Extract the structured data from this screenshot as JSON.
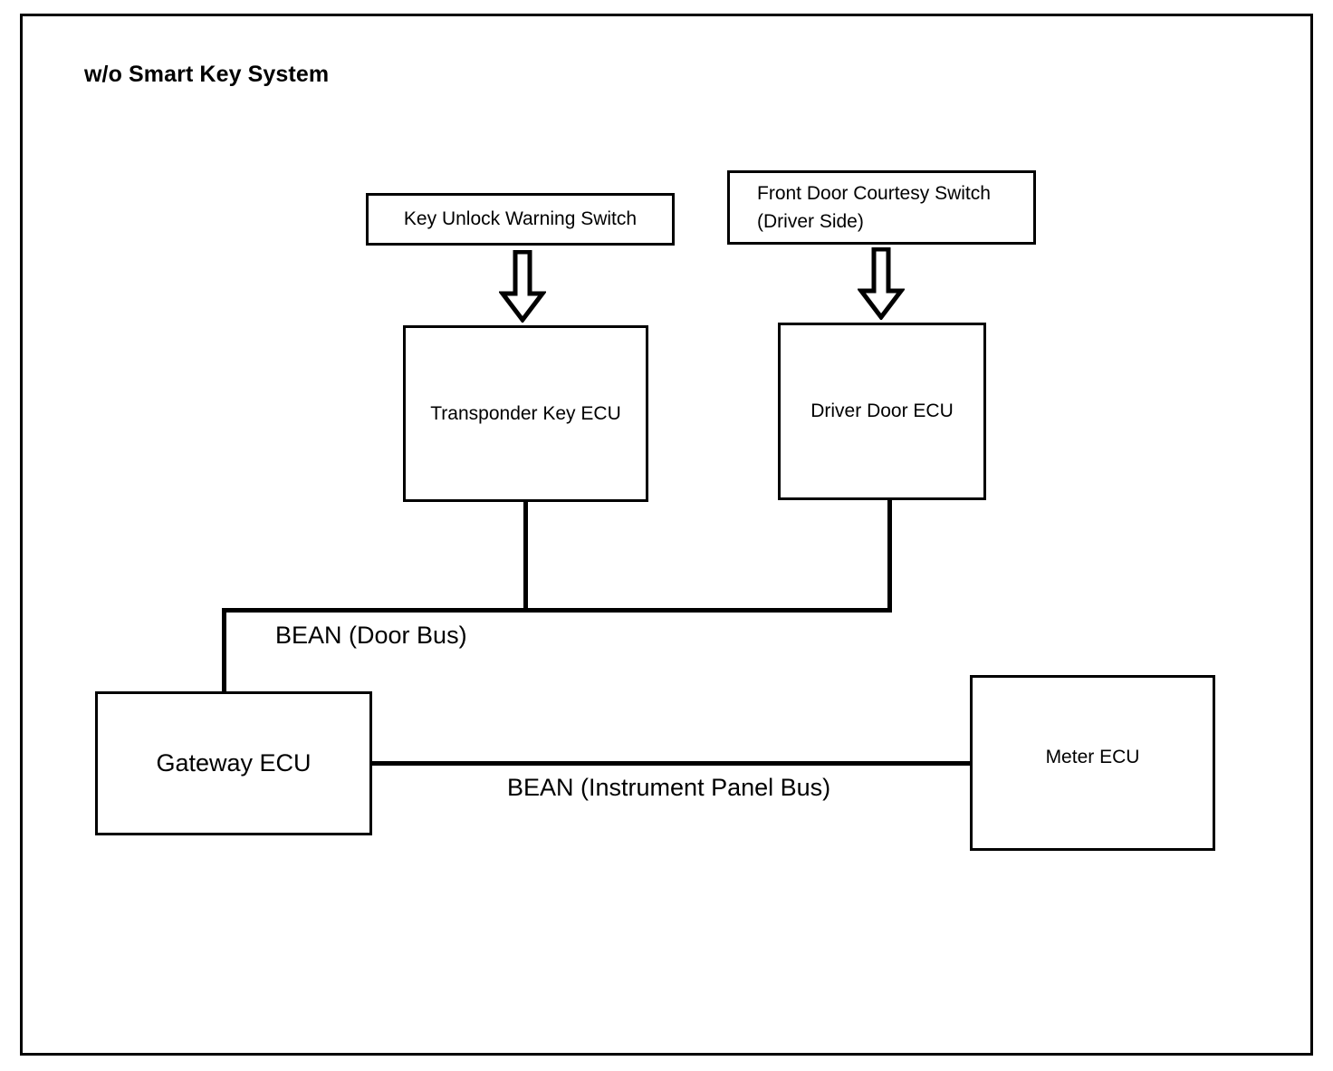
{
  "diagram": {
    "title": "w/o Smart Key System",
    "type": "block-diagram",
    "line_color": "#000000",
    "background_color": "#ffffff",
    "nodes": [
      {
        "id": "key-unlock-warning-switch",
        "label": "Key Unlock Warning Switch"
      },
      {
        "id": "front-door-courtesy-switch",
        "label": "Front Door Courtesy Switch\n(Driver Side)"
      },
      {
        "id": "transponder-key-ecu",
        "label": "Transponder Key ECU"
      },
      {
        "id": "driver-door-ecu",
        "label": "Driver Door ECU"
      },
      {
        "id": "gateway-ecu",
        "label": "Gateway ECU"
      },
      {
        "id": "meter-ecu",
        "label": "Meter ECU"
      }
    ],
    "buses": [
      {
        "id": "door-bus",
        "label": "BEAN (Door Bus)"
      },
      {
        "id": "instrument-panel-bus",
        "label": "BEAN (Instrument Panel Bus)"
      }
    ],
    "arrows": [
      {
        "id": "arrow-key-unlock-to-transponder",
        "direction": "down"
      },
      {
        "id": "arrow-courtesy-switch-to-driver-door",
        "direction": "down"
      }
    ]
  }
}
